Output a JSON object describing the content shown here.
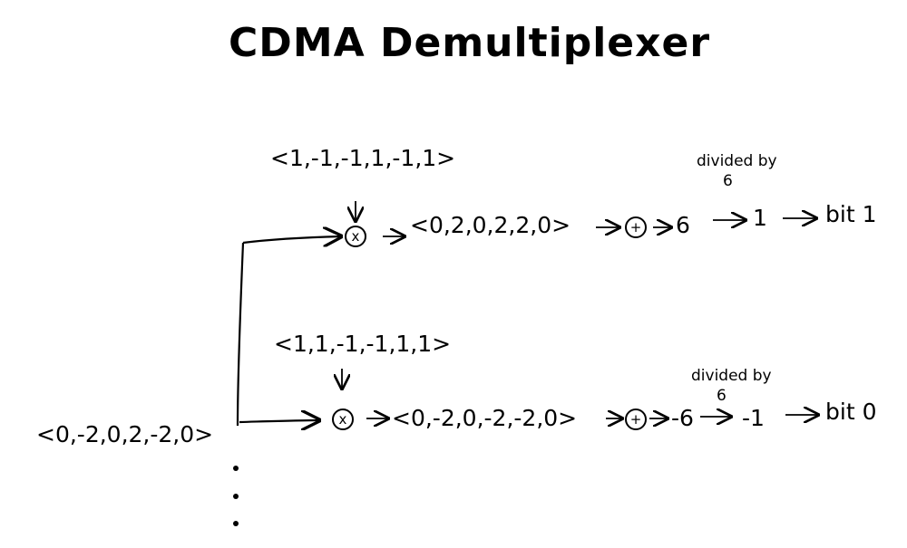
{
  "title": "CDMA Demultiplexer",
  "input": "<0,-2,0,2,-2,0>",
  "branch1": {
    "code": "<1,-1,-1,1,-1,1>",
    "multiply_symbol": "x",
    "product": "<0,2,0,2,2,0>",
    "sum_symbol": "+",
    "sum": "6",
    "divide_label": "divided by",
    "divisor": "6",
    "quotient": "1",
    "bit": "bit 1"
  },
  "branch2": {
    "code": "<1,1,-1,-1,1,1>",
    "multiply_symbol": "x",
    "product": "<0,-2,0,-2,-2,0>",
    "sum_symbol": "+",
    "sum": "-6",
    "divide_label": "divided by",
    "divisor": "6",
    "quotient": "-1",
    "bit": "bit 0"
  },
  "colors": {
    "ink": "#000000",
    "background": "#ffffff"
  }
}
